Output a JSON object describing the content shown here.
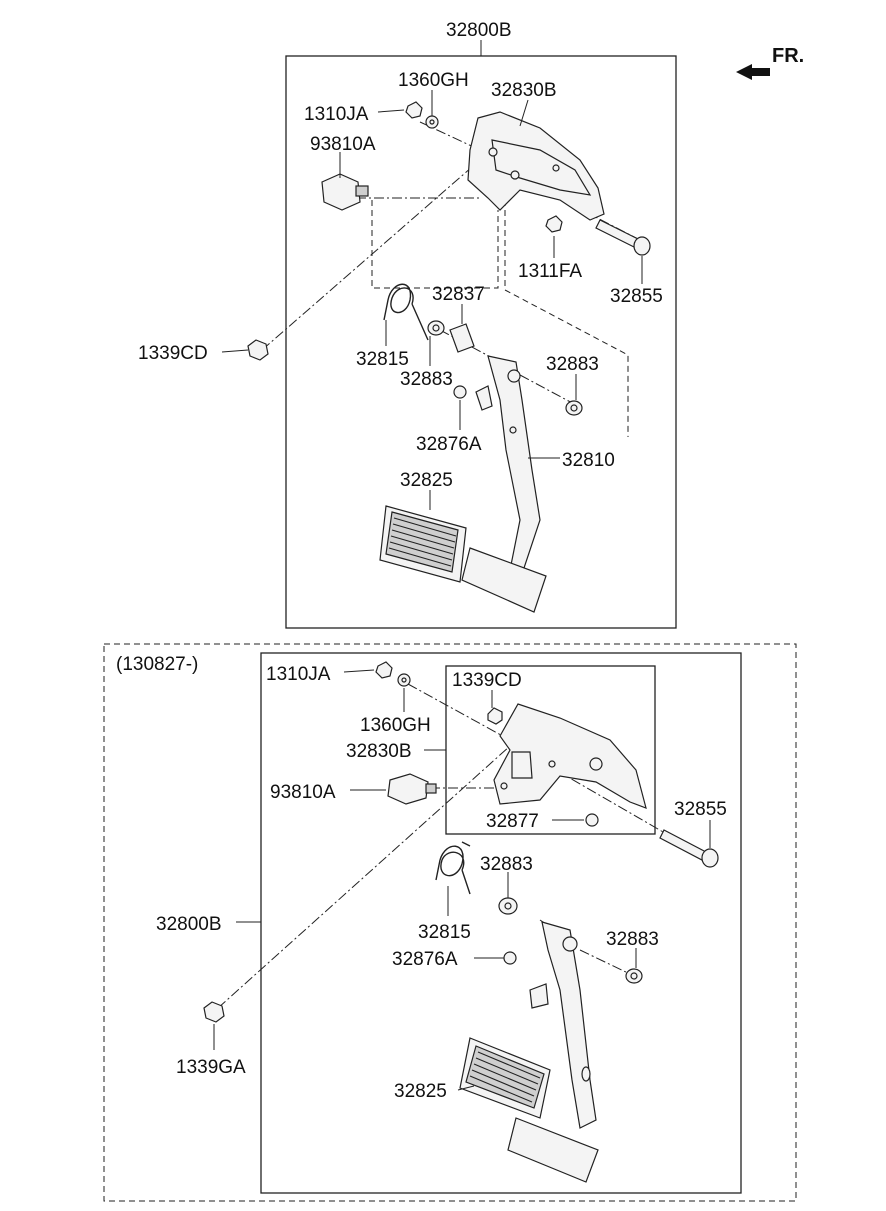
{
  "orientation": {
    "label": "FR.",
    "arrow_icon": "front-direction-arrow-icon"
  },
  "top": {
    "title": "32800B",
    "labels": {
      "p1360GH": "1360GH",
      "p32830B": "32830B",
      "p1310JA": "1310JA",
      "p93810A": "93810A",
      "p1311FA": "1311FA",
      "p32855": "32855",
      "p32837": "32837",
      "p1339CD": "1339CD",
      "p32815": "32815",
      "p32883a": "32883",
      "p32883b": "32883",
      "p32876A": "32876A",
      "p32810": "32810",
      "p32825": "32825"
    }
  },
  "bottom": {
    "date_code": "(130827-)",
    "labels": {
      "p1310JA": "1310JA",
      "p1339CD": "1339CD",
      "p1360GH": "1360GH",
      "p32830B": "32830B",
      "p93810A": "93810A",
      "p32855": "32855",
      "p32877": "32877",
      "p32883a": "32883",
      "p32815": "32815",
      "p32800B": "32800B",
      "p32876A": "32876A",
      "p32883b": "32883",
      "p1339GA": "1339GA",
      "p32825": "32825"
    }
  }
}
